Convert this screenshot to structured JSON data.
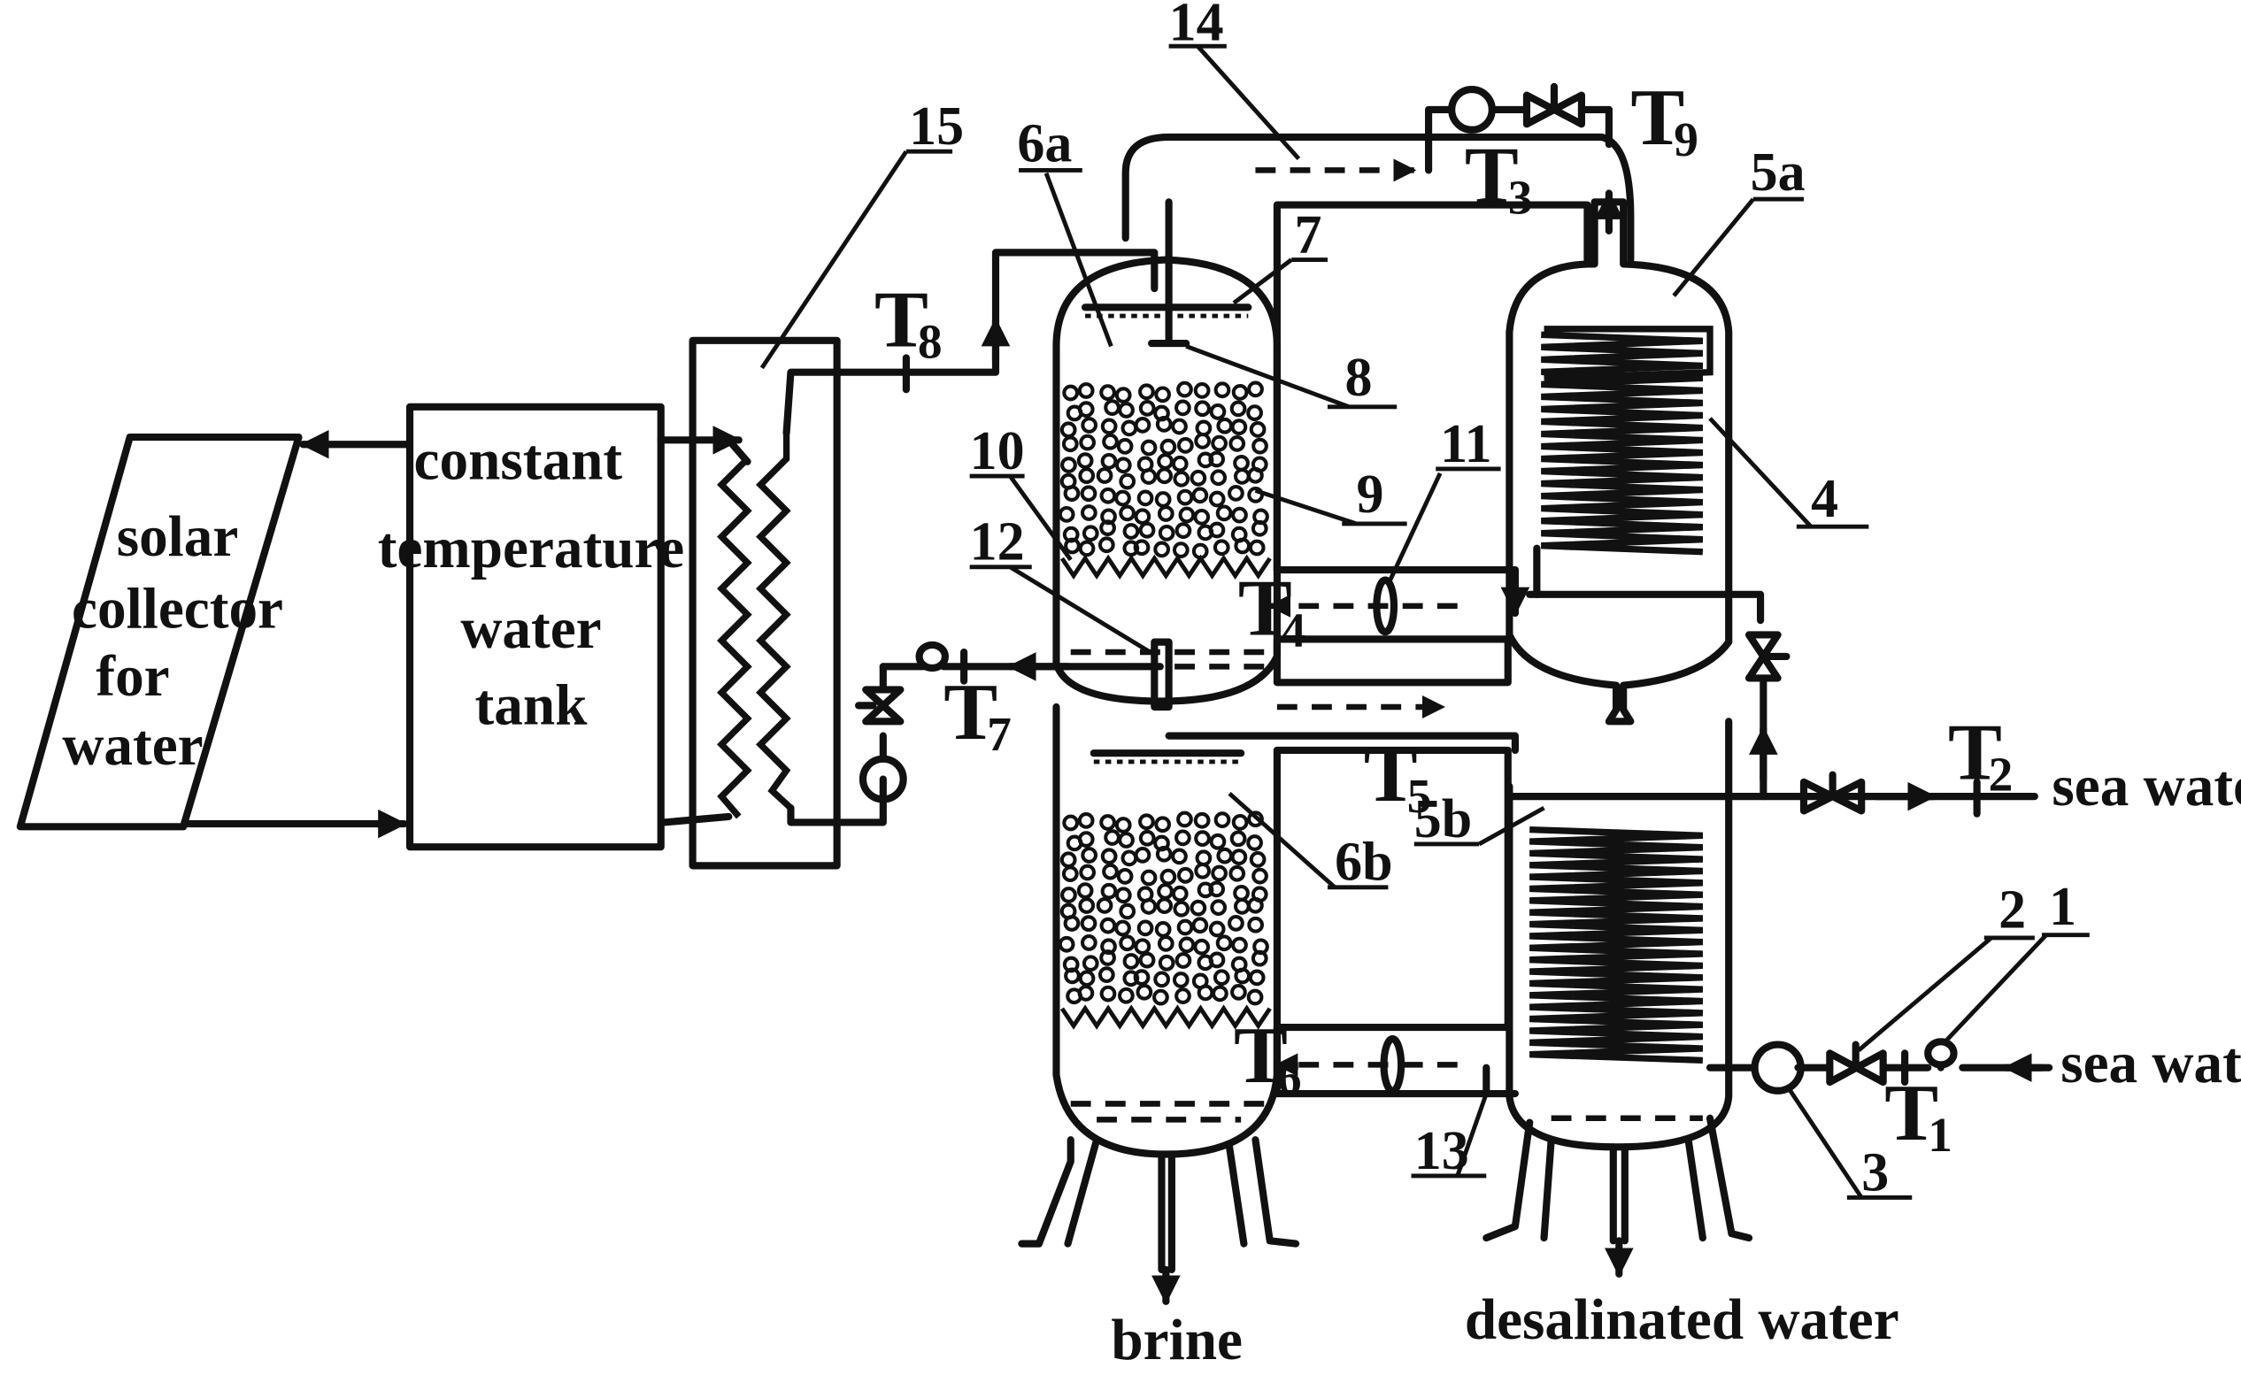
{
  "components": {
    "solar_collector": [
      "solar",
      "collector",
      "for",
      "water"
    ],
    "tank": [
      "constant",
      "temperature",
      "water",
      "tank"
    ]
  },
  "streams": {
    "sea_water_in": "sea water",
    "sea_water_out": "sea water",
    "brine": "brine",
    "desalinated_water": "desalinated water"
  },
  "part_numbers": {
    "n1": "1",
    "n2": "2",
    "n3": "3",
    "n4": "4",
    "n5a": "5a",
    "n5b": "5b",
    "n6a": "6a",
    "n6b": "6b",
    "n7": "7",
    "n8": "8",
    "n9": "9",
    "n10": "10",
    "n11": "11",
    "n12": "12",
    "n13": "13",
    "n14": "14",
    "n15": "15"
  },
  "temperature_points": [
    {
      "id": "T1",
      "main": "T",
      "sub": "1"
    },
    {
      "id": "T2",
      "main": "T",
      "sub": "2"
    },
    {
      "id": "T3",
      "main": "T",
      "sub": "3"
    },
    {
      "id": "T4",
      "main": "T",
      "sub": "4"
    },
    {
      "id": "T5",
      "main": "T",
      "sub": "5"
    },
    {
      "id": "T6",
      "main": "T",
      "sub": "6"
    },
    {
      "id": "T7",
      "main": "T",
      "sub": "7"
    },
    {
      "id": "T8",
      "main": "T",
      "sub": "8"
    },
    {
      "id": "T9",
      "main": "T",
      "sub": "9"
    }
  ]
}
